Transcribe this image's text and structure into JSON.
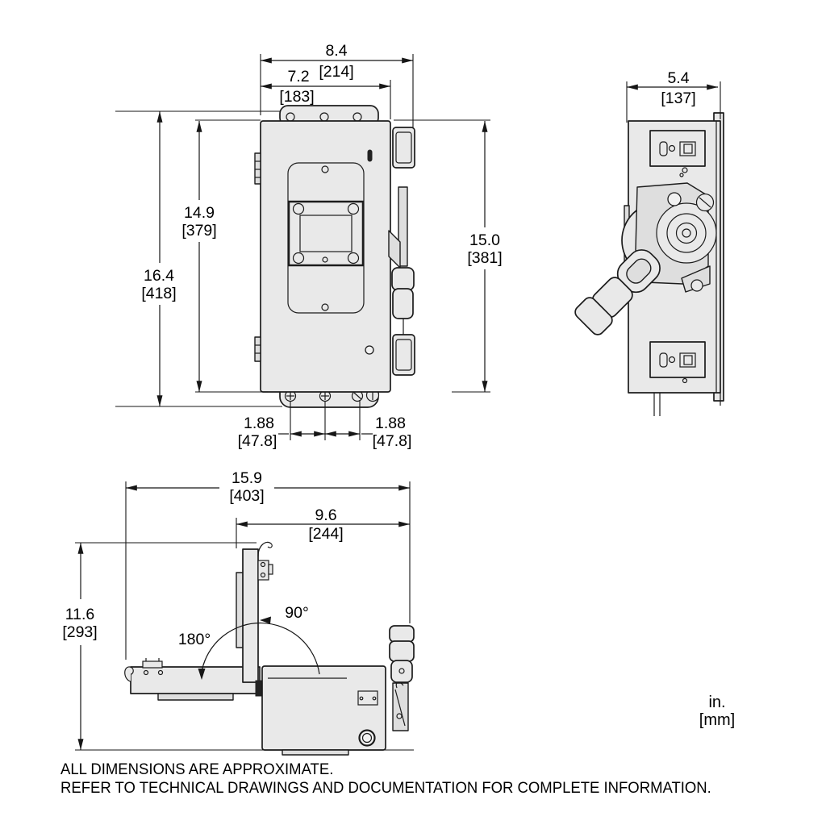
{
  "dimensions": {
    "front_overall_width": {
      "in": "8.4",
      "mm": "[214]"
    },
    "front_cover_width": {
      "in": "7.2",
      "mm": "[183]"
    },
    "front_door_height": {
      "in": "14.9",
      "mm": "[379]"
    },
    "front_overall_height": {
      "in": "16.4",
      "mm": "[418]"
    },
    "front_enclosure_height": {
      "in": "15.0",
      "mm": "[381]"
    },
    "mounting_hole_spacing_left": {
      "in": "1.88",
      "mm": "[47.8]"
    },
    "mounting_hole_spacing_right": {
      "in": "1.88",
      "mm": "[47.8]"
    },
    "side_overall_depth": {
      "in": "5.4",
      "mm": "[137]"
    },
    "open_door_overall_width": {
      "in": "15.9",
      "mm": "[403]"
    },
    "enclosure_open_width": {
      "in": "9.6",
      "mm": "[244]"
    },
    "open_door_overall_depth": {
      "in": "11.6",
      "mm": "[293]"
    },
    "door_swing_open": "90°",
    "door_swing_full": "180°"
  },
  "units_note": {
    "inches": "in.",
    "millimeters": "[mm]"
  },
  "footer": {
    "line1": "ALL DIMENSIONS ARE APPROXIMATE.",
    "line2": "REFER TO TECHNICAL DRAWINGS AND DOCUMENTATION FOR COMPLETE INFORMATION."
  },
  "colors": {
    "part_fill": "#e9e9e9",
    "line": "#1c1c1c",
    "background": "#ffffff"
  }
}
